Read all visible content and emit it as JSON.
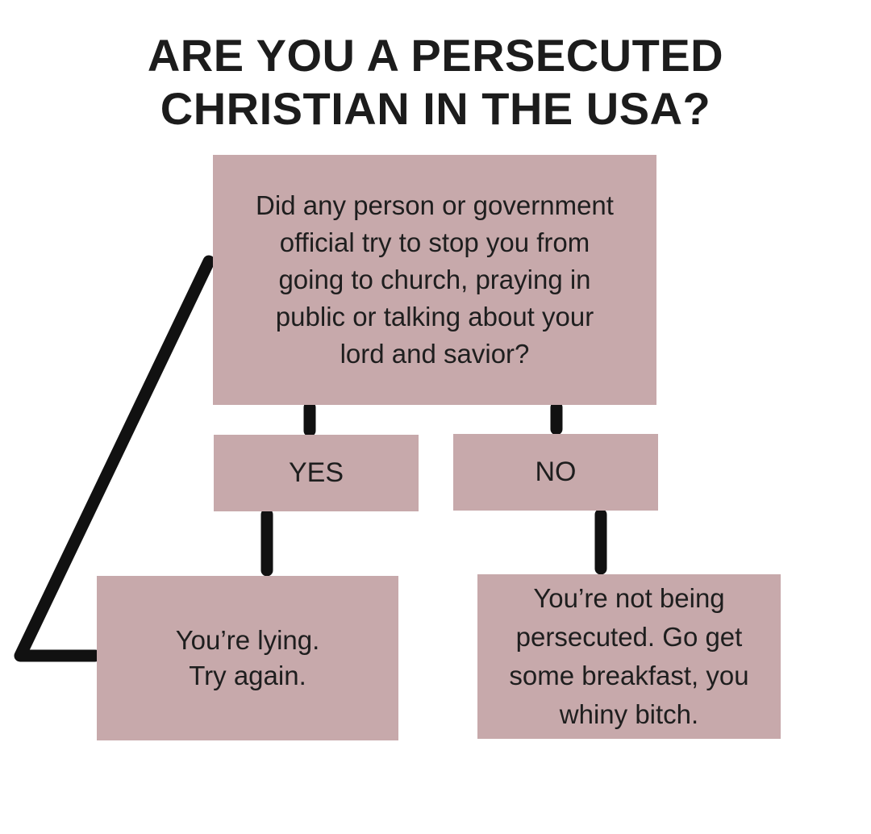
{
  "title": {
    "line1": "ARE YOU A PERSECUTED",
    "line2": "CHRISTIAN IN THE USA?"
  },
  "nodes": {
    "question": "Did any person or government\nofficial try to stop you from\ngoing to church, praying in\npublic or talking about your\nlord and savior?",
    "yes": "YES",
    "no": "NO",
    "lying": "You’re lying.\nTry again.",
    "breakfast": "You’re not being\npersecuted.  Go get\nsome breakfast, you\nwhiny bitch."
  },
  "colors": {
    "box_fill": "#c7a9ab",
    "connector": "#111111",
    "text": "#1e1e1e"
  }
}
